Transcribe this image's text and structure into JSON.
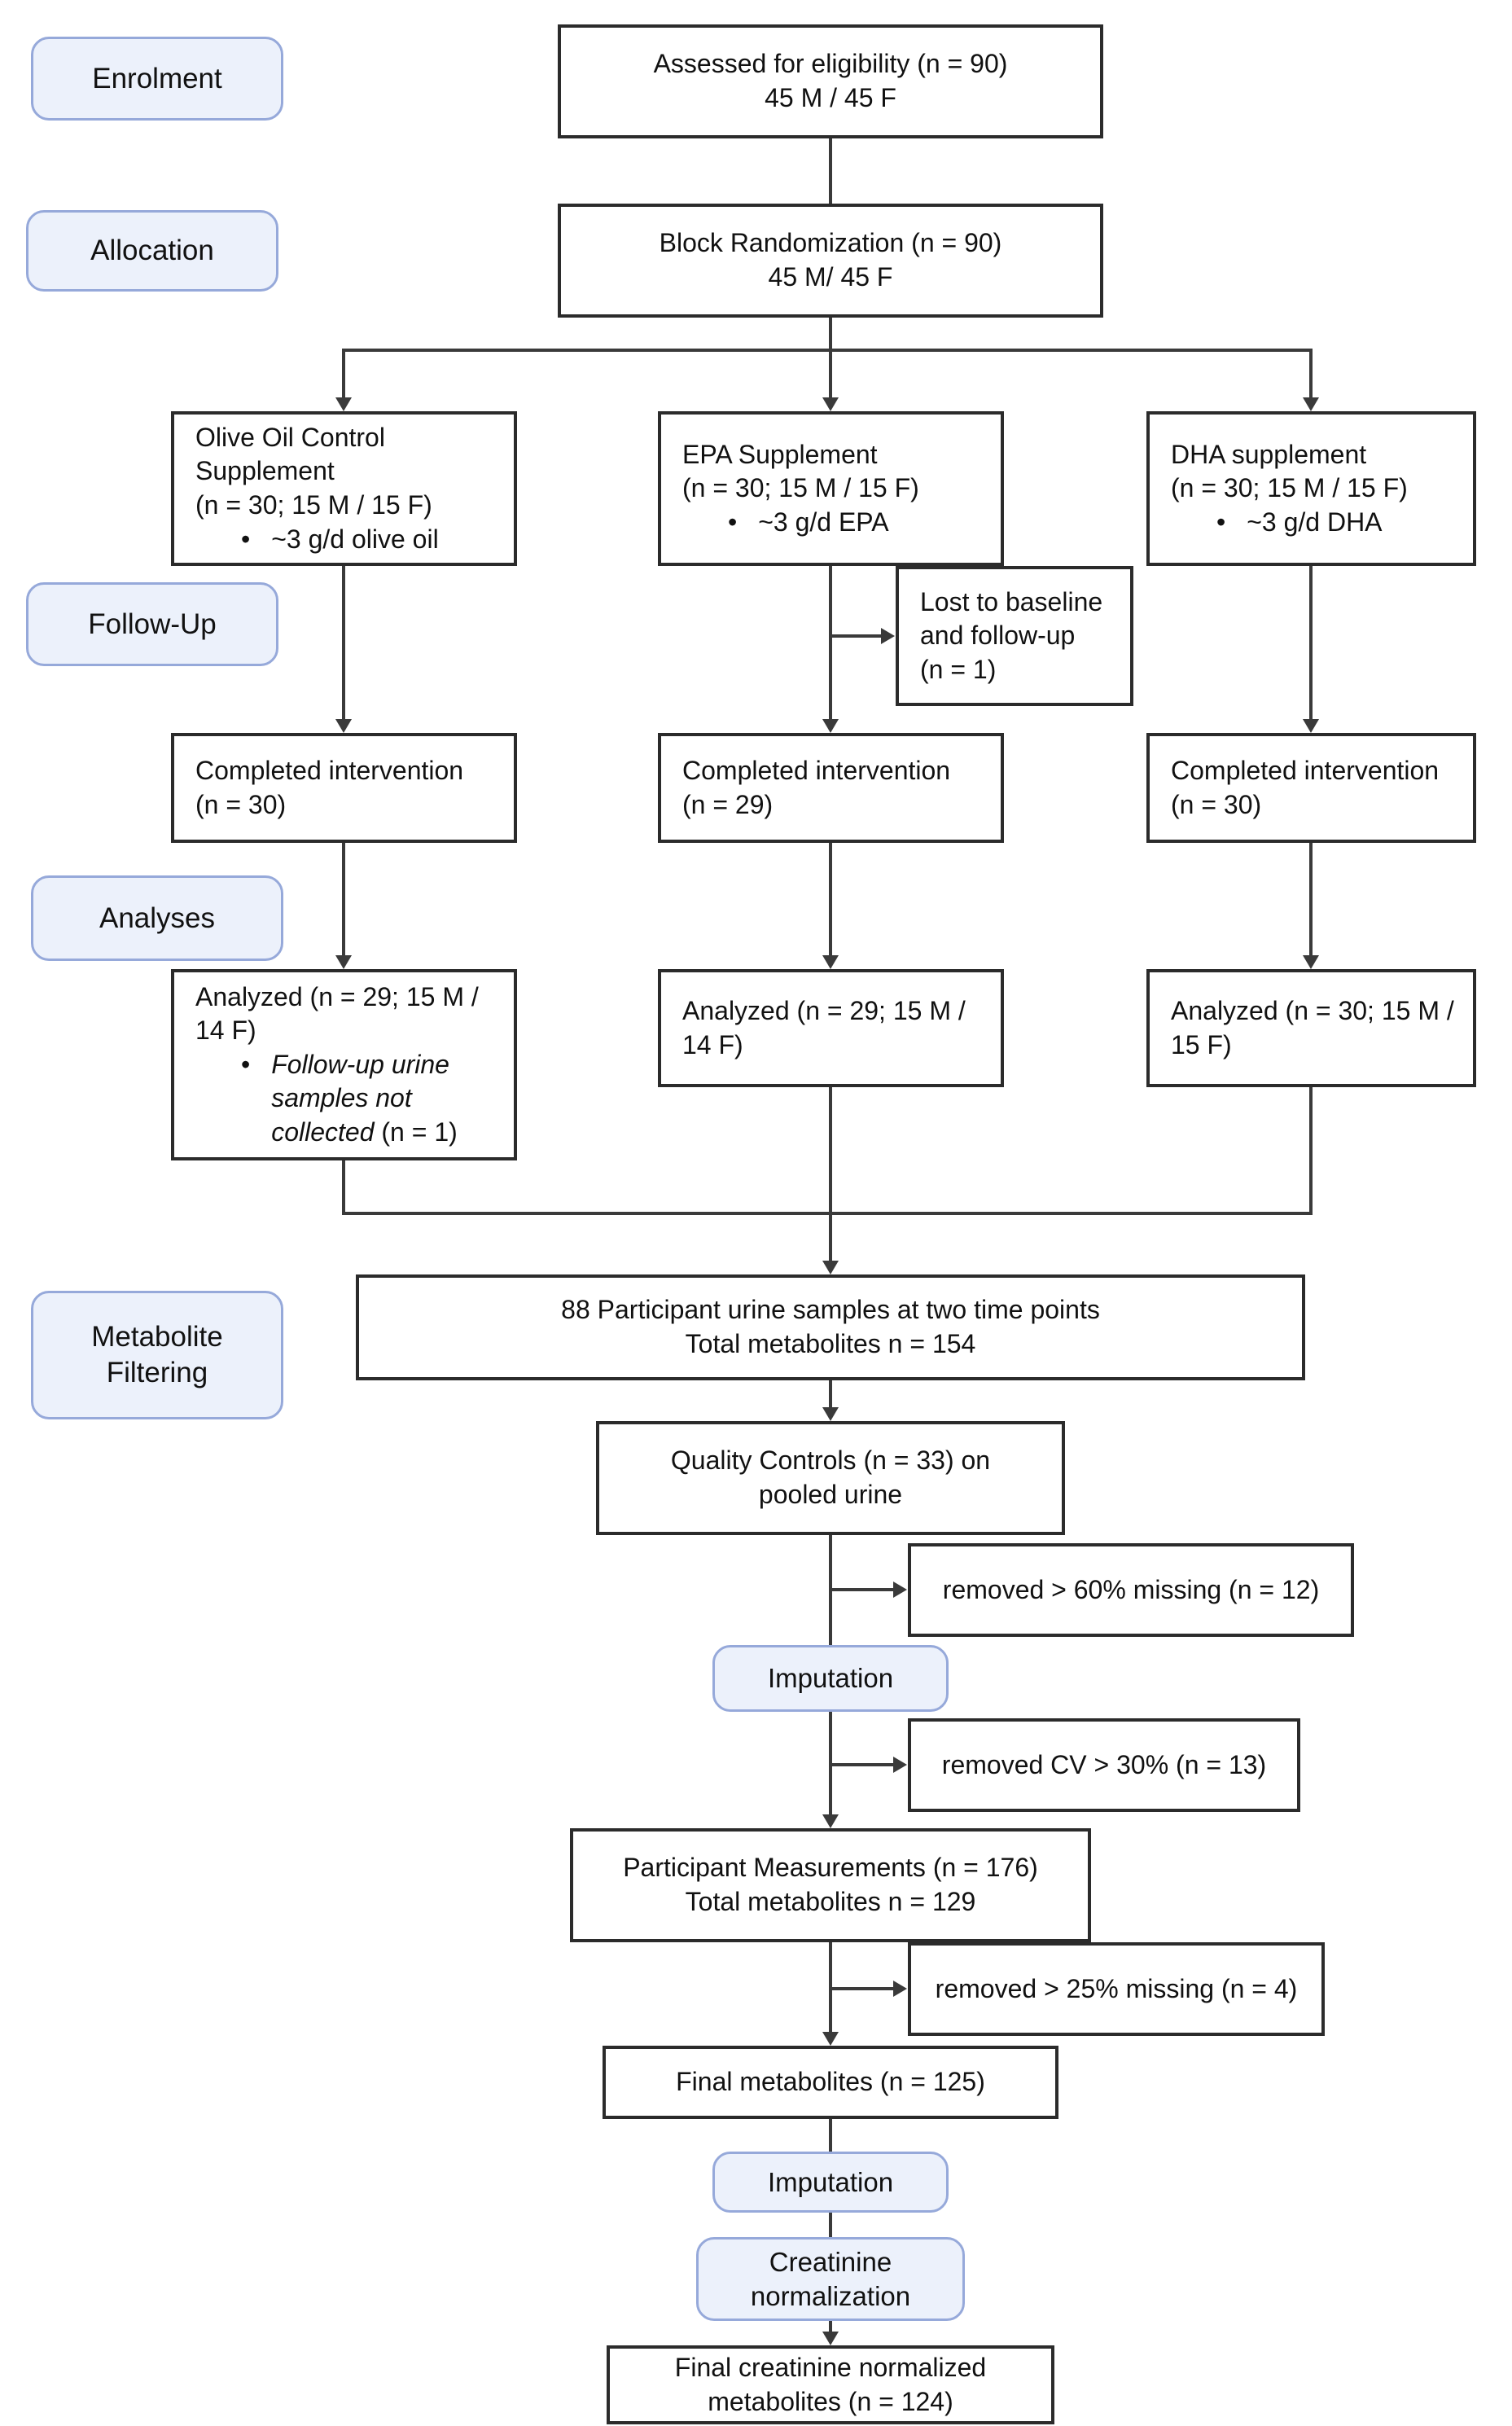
{
  "colors": {
    "pill_fill": "#ecf1fb",
    "pill_border": "#96a9da",
    "box_border": "#2b2b2b",
    "connector": "#3a3a3a",
    "text": "#111111"
  },
  "stages": {
    "enrolment": {
      "label": "Enrolment"
    },
    "allocation": {
      "label": "Allocation"
    },
    "follow_up": {
      "label": "Follow-Up"
    },
    "analyses": {
      "label": "Analyses"
    },
    "metabolite_filtering": {
      "label": "Metabolite Filtering"
    }
  },
  "nodes": {
    "assessed": {
      "l1": "Assessed for eligibility (n = 90)",
      "l2": "45 M / 45 F"
    },
    "block": {
      "l1": "Block Randomization (n = 90)",
      "l2": "45 M/ 45 F"
    },
    "olive": {
      "l1": "Olive Oil Control",
      "l2": "Supplement",
      "l3": "(n = 30; 15 M / 15 F)",
      "bullet": "~3 g/d olive oil"
    },
    "epa": {
      "l1": "EPA Supplement",
      "l2": "(n = 30; 15 M / 15 F)",
      "bullet": "~3 g/d EPA"
    },
    "dha": {
      "l1": "DHA supplement",
      "l2": "(n = 30; 15 M / 15 F)",
      "bullet": "~3 g/d DHA"
    },
    "lost": {
      "l1": "Lost to baseline",
      "l2": "and follow-up",
      "l3": "(n = 1)"
    },
    "completed_olive": {
      "l1": "Completed intervention",
      "l2": "(n = 30)"
    },
    "completed_epa": {
      "l1": "Completed intervention",
      "l2": "(n = 29)"
    },
    "completed_dha": {
      "l1": "Completed intervention",
      "l2": "(n = 30)"
    },
    "analyzed_olive": {
      "l1": "Analyzed (n = 29; 15 M /",
      "l2": "14 F)",
      "bullet_italic": "Follow-up urine samples not collected",
      "bullet_suffix": " (n = 1)"
    },
    "analyzed_epa": {
      "l1": "Analyzed (n = 29; 15 M /",
      "l2": "14 F)"
    },
    "analyzed_dha": {
      "l1": "Analyzed (n = 30; 15 M /",
      "l2": "15 F)"
    },
    "samples": {
      "l1": "88 Participant urine samples at two time points",
      "l2": "Total metabolites n = 154"
    },
    "qc": {
      "l1": "Quality Controls (n = 33) on",
      "l2": "pooled urine"
    },
    "removed_missing_60": {
      "l1": "removed > 60% missing (n = 12)"
    },
    "imputation_1": {
      "label": "Imputation"
    },
    "removed_cv": {
      "l1": "removed CV > 30% (n = 13)"
    },
    "participant_measurements": {
      "l1": "Participant Measurements (n = 176)",
      "l2": "Total metabolites n = 129"
    },
    "removed_missing_25": {
      "l1": "removed > 25% missing (n = 4)"
    },
    "final_metabolites": {
      "l1": "Final metabolites (n = 125)"
    },
    "imputation_2": {
      "label": "Imputation"
    },
    "creatinine_normalization": {
      "l1": "Creatinine",
      "l2": "normalization"
    },
    "final_creatinine": {
      "l1": "Final creatinine normalized",
      "l2": "metabolites (n = 124)"
    }
  }
}
